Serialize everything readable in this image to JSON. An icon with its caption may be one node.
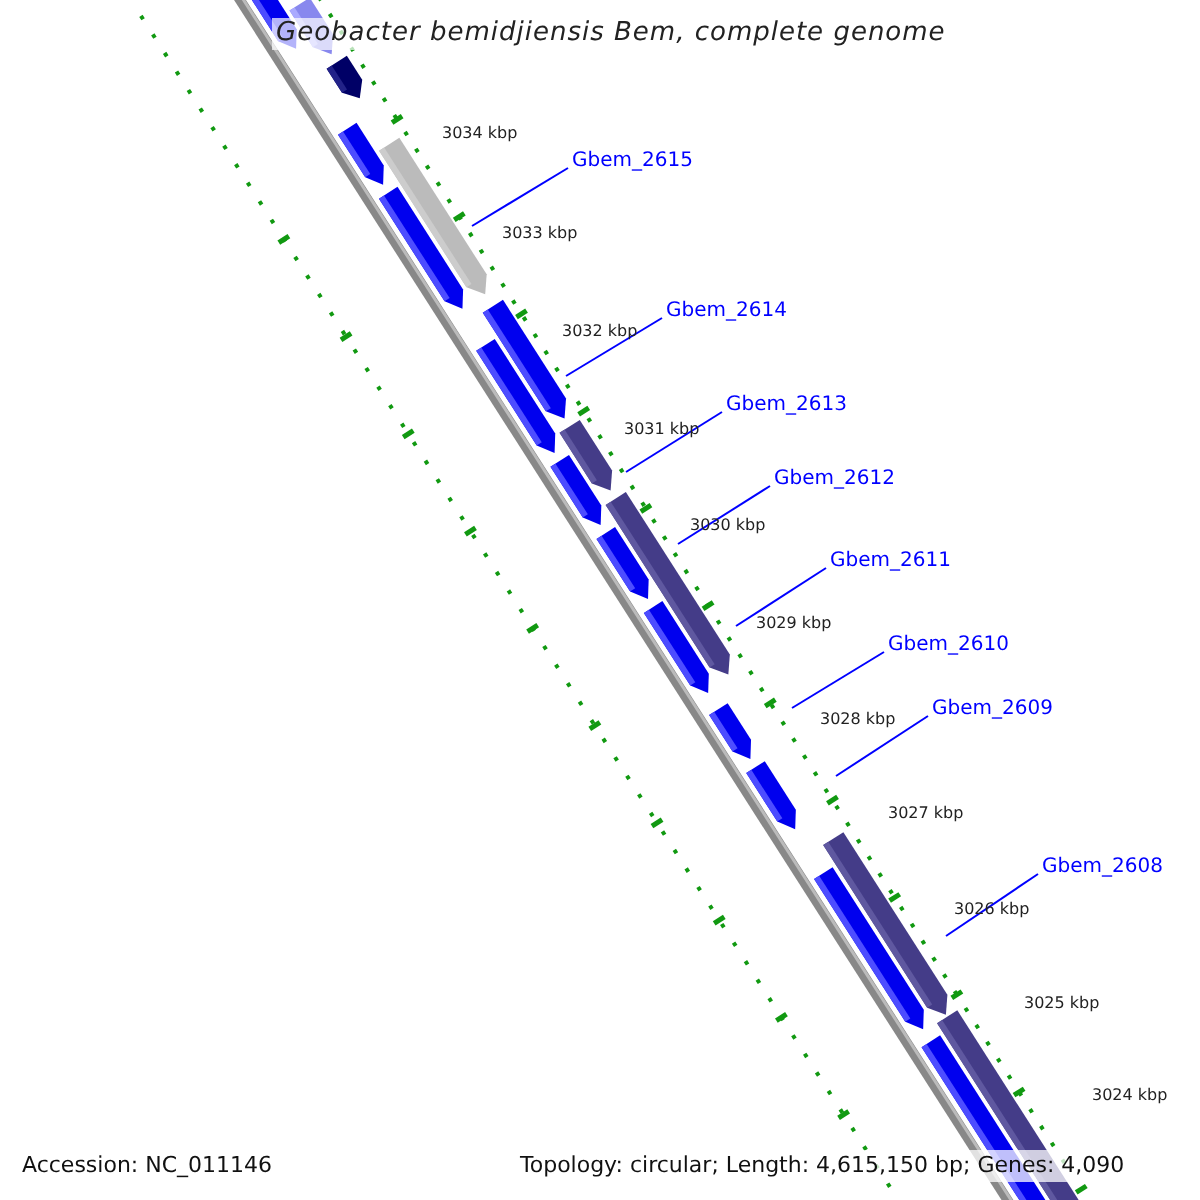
{
  "diagram": {
    "title": "Geobacter bemidjiensis Bem, complete genome",
    "nodes": [
      {
        "text": [
          "Gbem_2615"
        ]
      },
      {
        "text": [
          "Gbem_2614"
        ]
      },
      {
        "text": [
          "Gbem_2613"
        ]
      },
      {
        "text": [
          "Gbem_2612"
        ]
      },
      {
        "text": [
          "Gbem_2611"
        ]
      },
      {
        "text": [
          "Gbem_2610"
        ]
      },
      {
        "text": [
          "Gbem_2609"
        ]
      },
      {
        "text": [
          "Gbem_2608"
        ]
      }
    ],
    "edges": [
      {
        "from": 0,
        "to": null,
        "arrow": "none"
      },
      {
        "from": 1,
        "to": null,
        "arrow": "none"
      },
      {
        "from": 2,
        "to": null,
        "arrow": "none"
      },
      {
        "from": 3,
        "to": null,
        "arrow": "none"
      },
      {
        "from": 4,
        "to": null,
        "arrow": "none"
      },
      {
        "from": 5,
        "to": null,
        "arrow": "none"
      },
      {
        "from": 6,
        "to": null,
        "arrow": "none"
      },
      {
        "from": 7,
        "to": null,
        "arrow": "none"
      }
    ],
    "labels": [
      "3034 kbp",
      "3033 kbp",
      "3032 kbp",
      "3031 kbp",
      "3030 kbp",
      "3029 kbp",
      "3028 kbp",
      "3027 kbp",
      "3026 kbp",
      "3025 kbp",
      "3024 kbp",
      "Accession: NC_011146",
      "Topology: circular; Length: 4,615,150 bp; Genes: 4,090"
    ]
  }
}
